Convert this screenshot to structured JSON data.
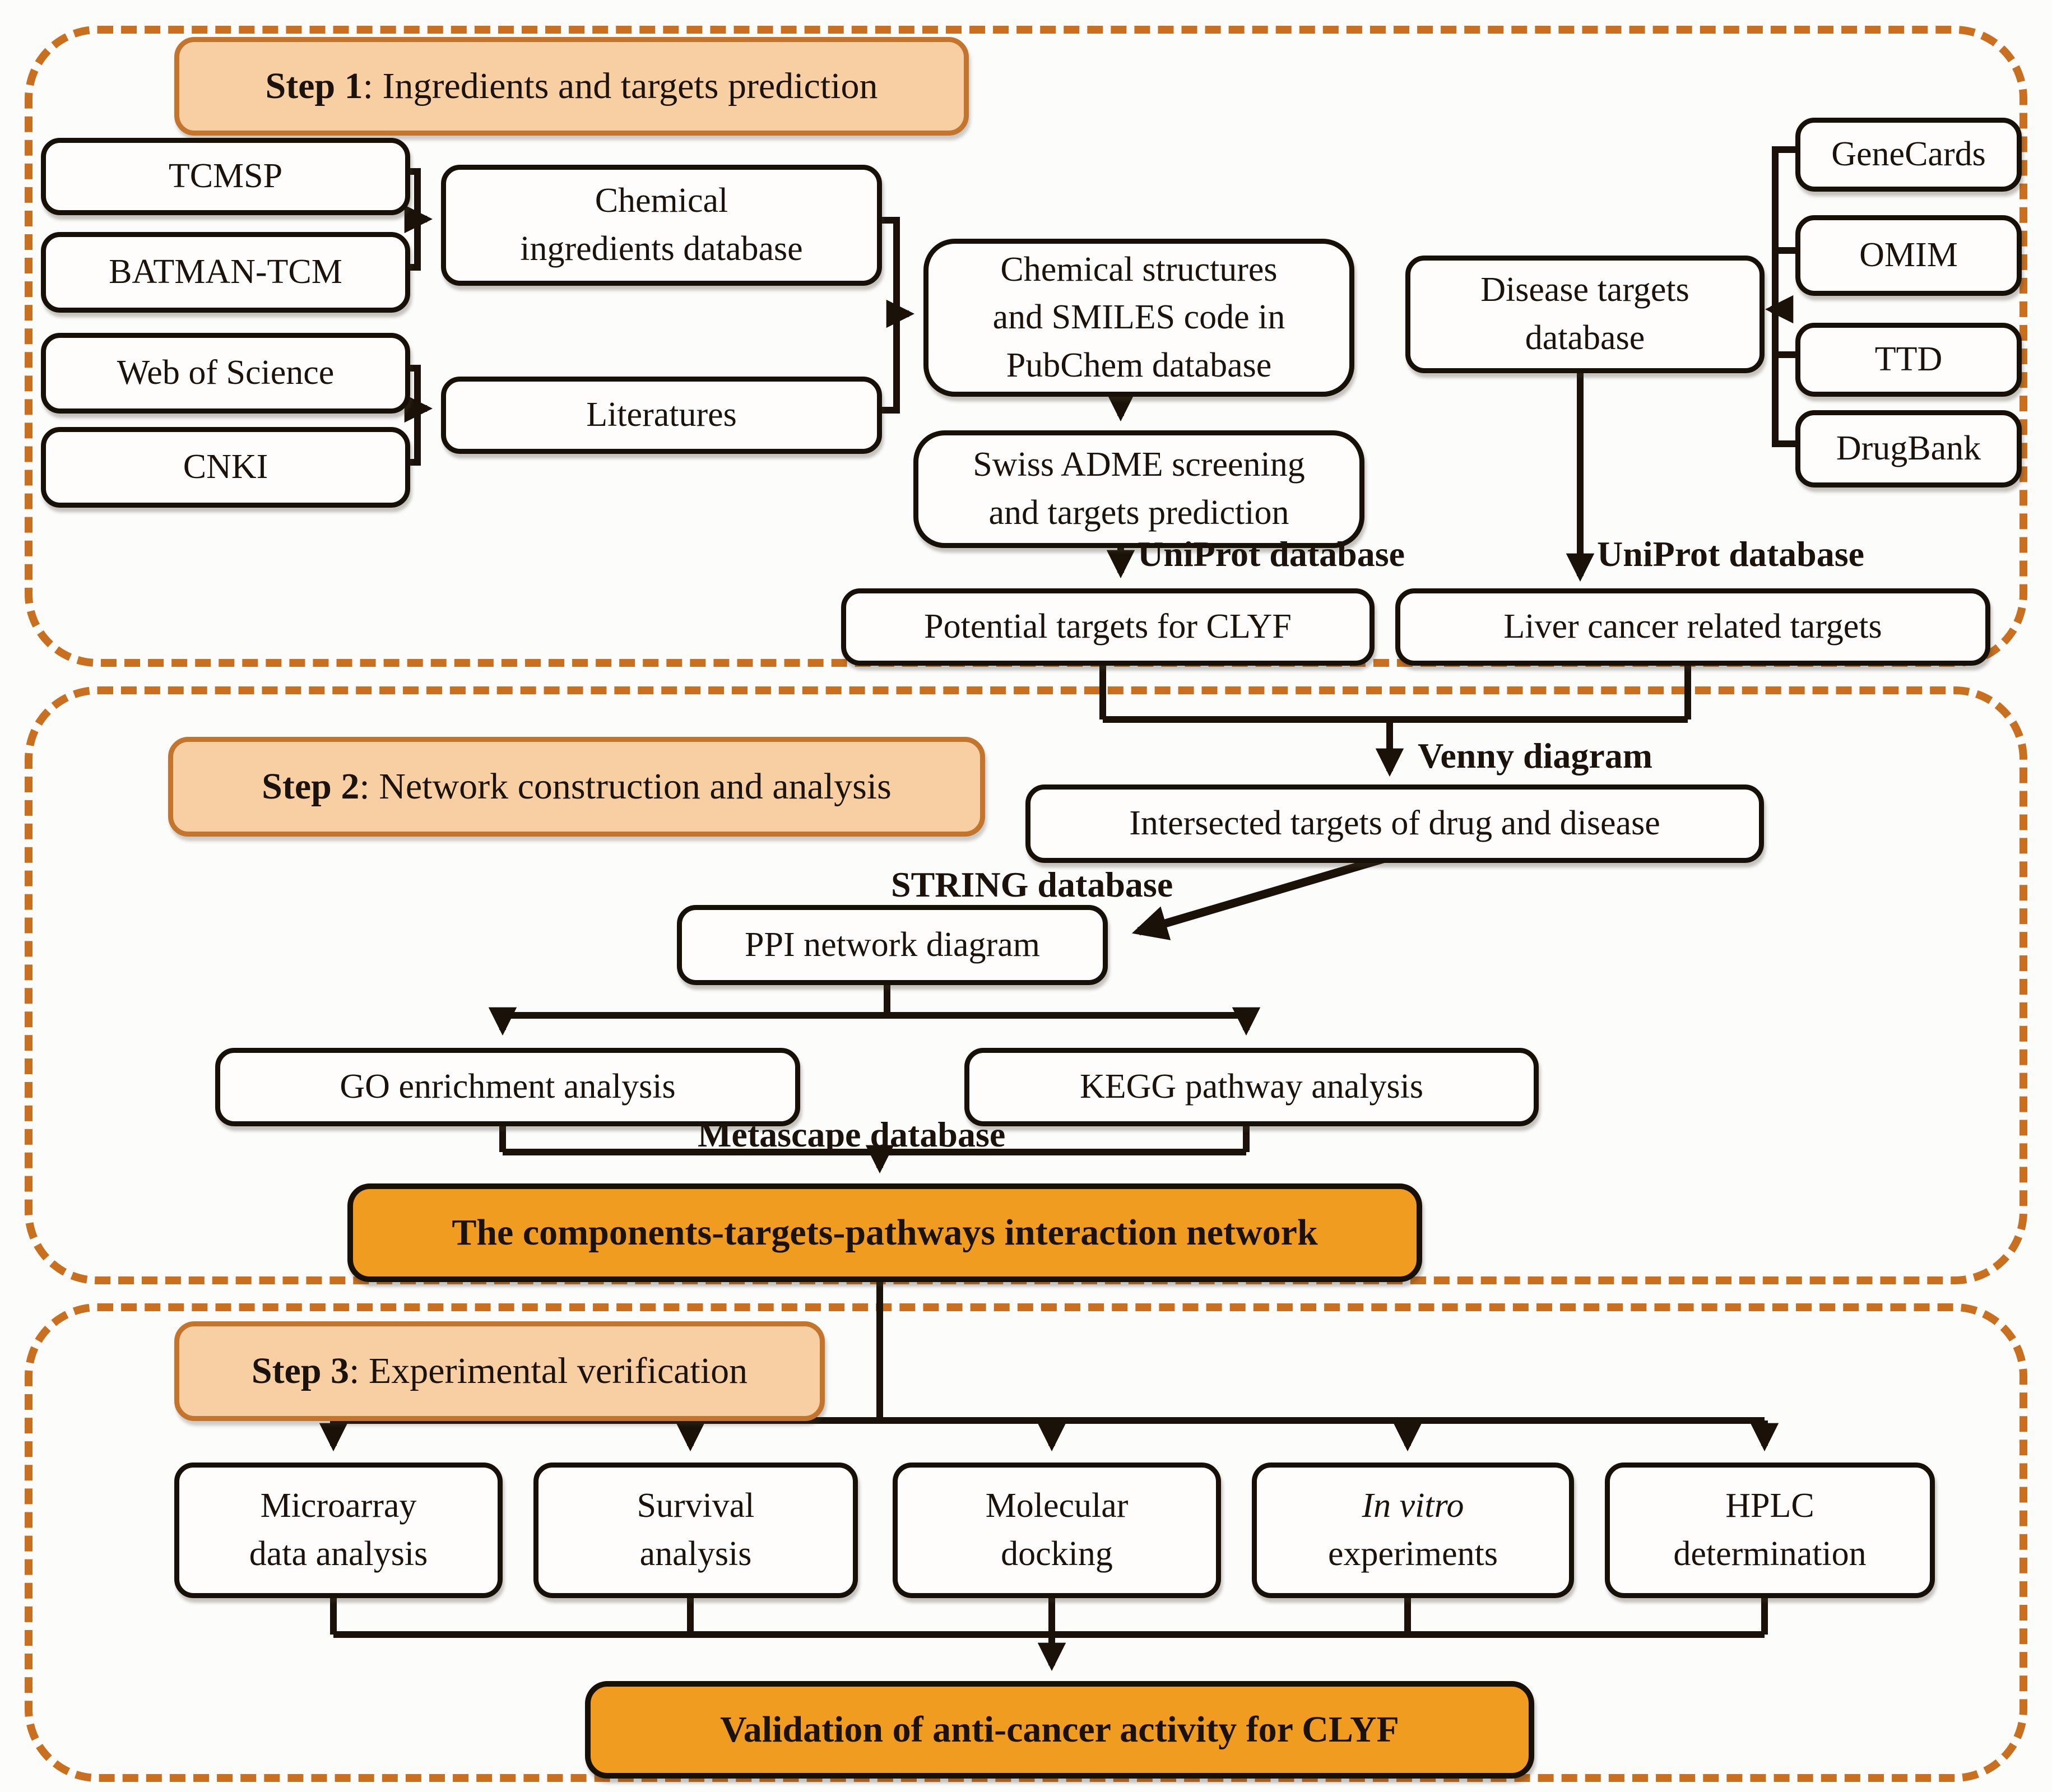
{
  "steps": [
    {
      "bold": "Step 1",
      "rest": ": Ingredients and targets prediction"
    },
    {
      "bold": "Step 2",
      "rest": ": Network construction and analysis"
    },
    {
      "bold": "Step 3",
      "rest": ": Experimental verification"
    }
  ],
  "step1": {
    "tcmsp": "TCMSP",
    "batman": "BATMAN-TCM",
    "wos": "Web of Science",
    "cnki": "CNKI",
    "chem_db": "Chemical\ningredients database",
    "literatures": "Literatures",
    "chem_struct": "Chemical structures\nand SMILES code in\nPubChem database",
    "swiss": "Swiss ADME screening\nand targets prediction",
    "uniprot_left": "UniProt database",
    "uniprot_right": "UniProt database",
    "potential": "Potential targets for CLYF",
    "disease_db": "Disease targets\ndatabase",
    "genecards": "GeneCards",
    "omim": "OMIM",
    "ttd": "TTD",
    "drugbank": "DrugBank",
    "liver": "Liver cancer related targets"
  },
  "step2": {
    "venny": "Venny diagram",
    "intersected": "Intersected targets of drug and disease",
    "string": "STRING database",
    "ppi": "PPI network diagram",
    "go": "GO enrichment analysis",
    "kegg": "KEGG pathway analysis",
    "metascape": "Metascape database",
    "banner": "The components-targets-pathways interaction network"
  },
  "step3": {
    "microarray": "Microarray\ndata analysis",
    "survival": "Survival\nanalysis",
    "molecular": "Molecular\ndocking",
    "invitro_italic": "In vitro",
    "invitro_rest": "experiments",
    "hplc": "HPLC\ndetermination",
    "banner": "Validation of anti-cancer activity for CLYF"
  },
  "colors": {
    "dashed_border": "#c8701f",
    "header_fill": "#f8cfa2",
    "header_border": "#c4752d",
    "banner_fill": "#f09c20",
    "box_border": "#171007",
    "text": "#1b130b"
  }
}
